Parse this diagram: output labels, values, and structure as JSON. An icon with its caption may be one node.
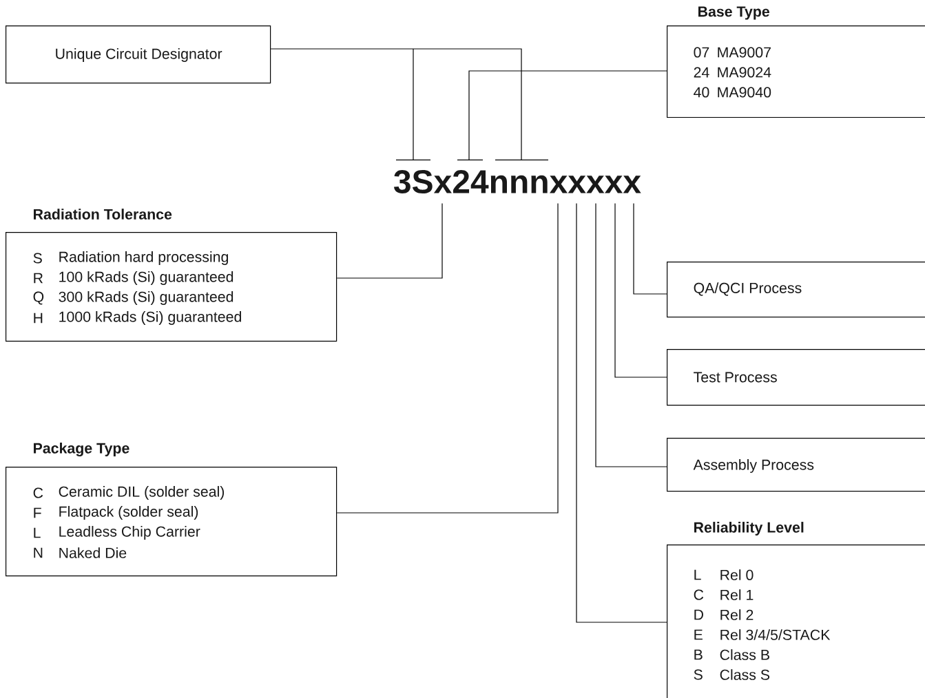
{
  "diagram": {
    "nodes": [
      {
        "text": [
          "Unique Circuit Designator"
        ]
      },
      {
        "text": [
          "Base Type",
          "07",
          "MA9007",
          "24",
          "MA9024",
          "40",
          "MA9040"
        ]
      },
      {
        "text": [
          "3Sx24nnnxxxxx"
        ]
      },
      {
        "text": [
          "Radiation Tolerance",
          "S",
          "Radiation hard processing",
          "R",
          "100 kRads (Si) guaranteed",
          "Q",
          "300 kRads (Si) guaranteed",
          "H",
          "1000 kRads (Si) guaranteed"
        ]
      },
      {
        "text": [
          "QA/QCI Process"
        ]
      },
      {
        "text": [
          "Test Process"
        ]
      },
      {
        "text": [
          "Assembly Process"
        ]
      },
      {
        "text": [
          "Package Type",
          "C",
          "Ceramic DIL (solder seal)",
          "F",
          "Flatpack (solder seal)",
          "L",
          "Leadless Chip Carrier",
          "N",
          "Naked Die"
        ]
      },
      {
        "text": [
          "Reliability Level",
          "L",
          "Rel 0",
          "C",
          "Rel 1",
          "D",
          "Rel 2",
          "E",
          "Rel 3/4/5/STACK",
          "B",
          "Class B",
          "S",
          "Class S"
        ]
      }
    ],
    "edges": [
      {
        "from": 0,
        "to": 2,
        "arrow": "none"
      },
      {
        "from": 1,
        "to": 2,
        "arrow": "none"
      },
      {
        "from": 3,
        "to": 2,
        "arrow": "none"
      },
      {
        "from": 4,
        "to": 2,
        "arrow": "none"
      },
      {
        "from": 5,
        "to": 2,
        "arrow": "none"
      },
      {
        "from": 6,
        "to": 2,
        "arrow": "none"
      },
      {
        "from": 7,
        "to": 2,
        "arrow": "none"
      },
      {
        "from": 8,
        "to": 2,
        "arrow": "none"
      }
    ]
  }
}
